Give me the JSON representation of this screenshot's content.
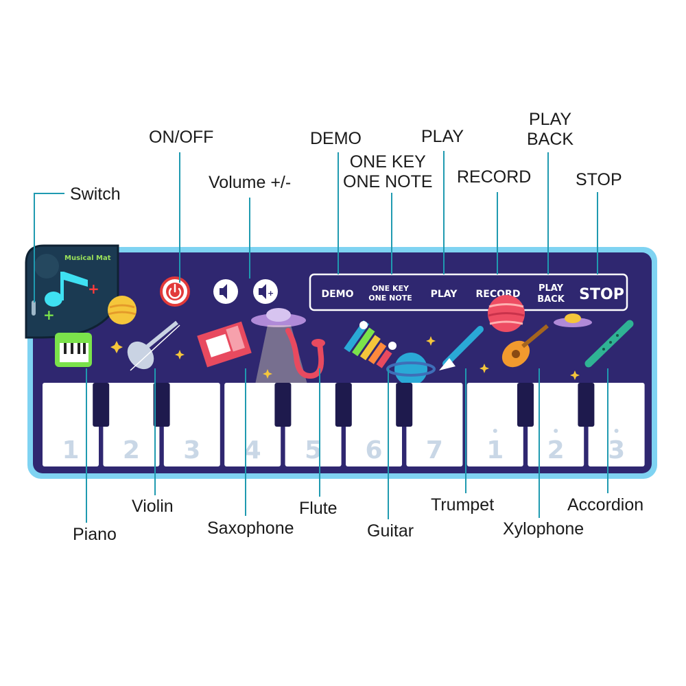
{
  "mat": {
    "brand": "Musical Mat",
    "outline_color": "#7fd3f2",
    "body_color": "#2f2770",
    "accent_color": "#1f9ab0"
  },
  "panel_buttons": [
    "DEMO",
    "ONE KEY",
    "ONE NOTE",
    "PLAY",
    "RECORD",
    "PLAY",
    "BACK",
    "STOP"
  ],
  "keys": [
    "1",
    "2",
    "3",
    "4",
    "5",
    "6",
    "7",
    "1",
    "2",
    "3"
  ],
  "callouts_top": {
    "switch": "Switch",
    "on_off": "ON/OFF",
    "volume": "Volume +/-",
    "demo": "DEMO",
    "one_key_line1": "ONE KEY",
    "one_key_line2": "ONE NOTE",
    "play": "PLAY",
    "record": "RECORD",
    "playback_line1": "PLAY",
    "playback_line2": "BACK",
    "stop": "STOP"
  },
  "callouts_bottom": {
    "piano": "Piano",
    "violin": "Violin",
    "saxophone": "Saxophone",
    "flute": "Flute",
    "guitar": "Guitar",
    "trumpet": "Trumpet",
    "xylophone": "Xylophone",
    "accordion": "Accordion"
  }
}
